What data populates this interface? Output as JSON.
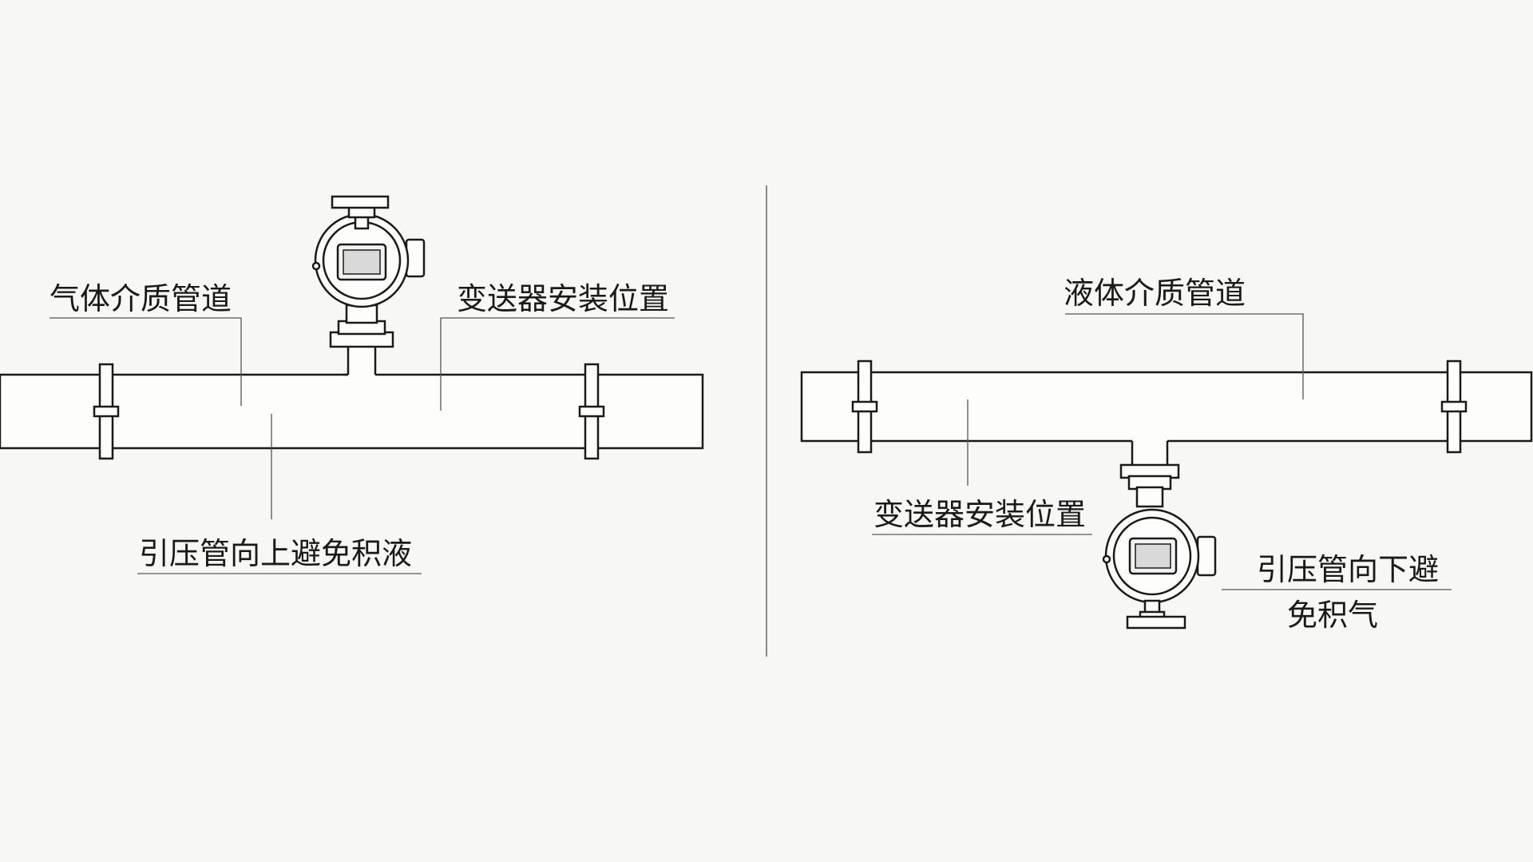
{
  "diagram": {
    "left_panel": {
      "pipe_label": "气体介质管道",
      "transmitter_label": "变送器安装位置",
      "impulse_label": "引压管向上避免积液"
    },
    "right_panel": {
      "pipe_label": "液体介质管道",
      "transmitter_label": "变送器安装位置",
      "impulse_label_line1": "引压管向下避",
      "impulse_label_line2": "免积气"
    }
  }
}
